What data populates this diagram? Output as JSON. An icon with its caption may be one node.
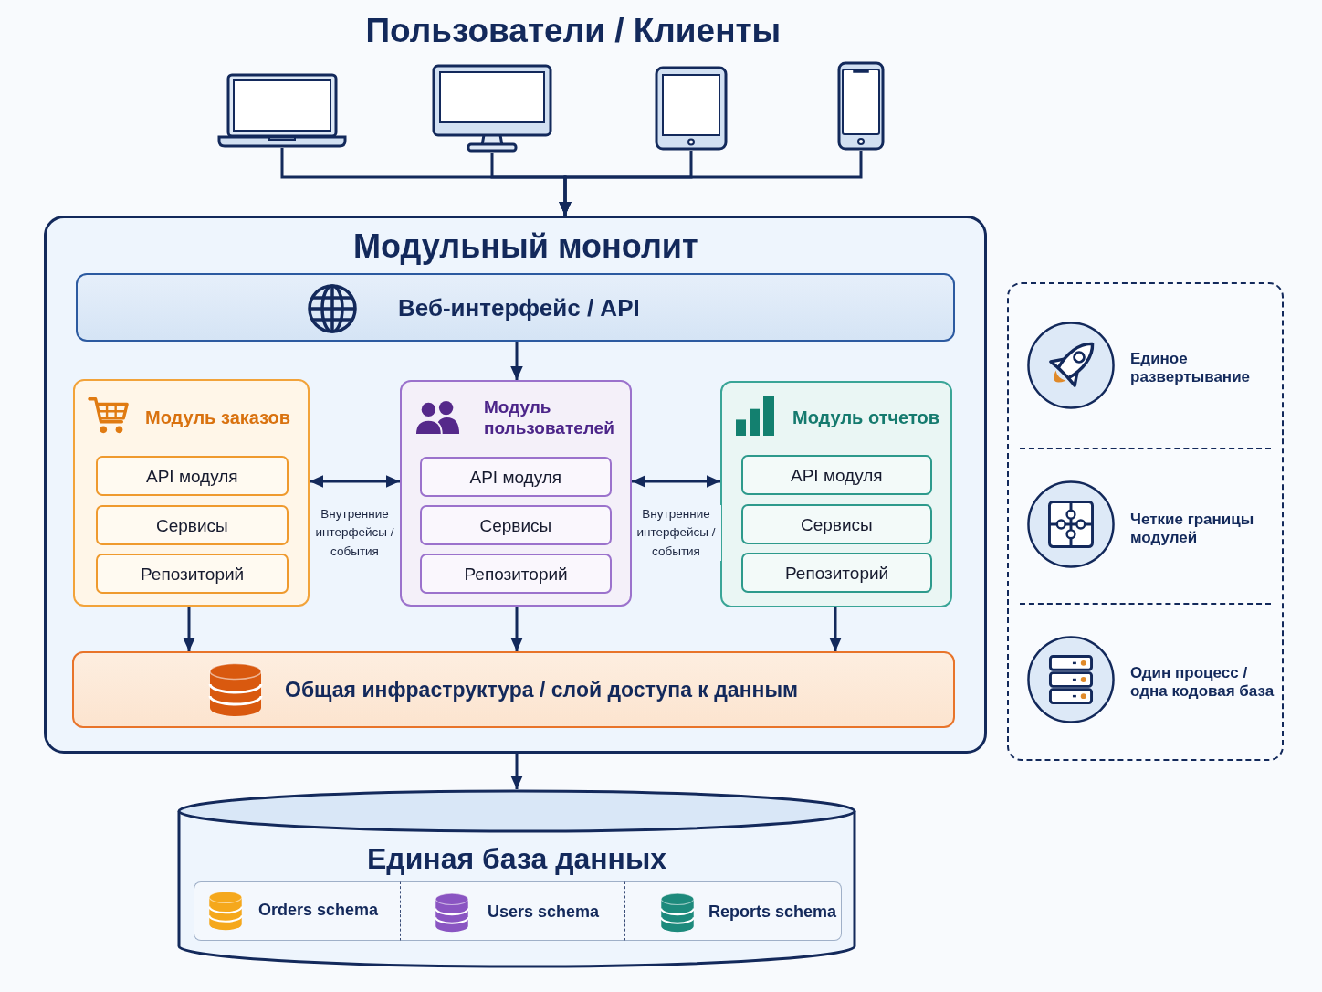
{
  "diagram": {
    "title": "Пользователи / Клиенты",
    "nodes": [
      {
        "text": [],
        "shape": "picture"
      },
      {
        "text": [],
        "shape": "picture"
      },
      {
        "text": [],
        "shape": "picture"
      },
      {
        "text": [],
        "shape": "picture"
      },
      {
        "text": [
          "Модульный монолит"
        ]
      },
      {
        "text": [
          "Веб-интерфейс / API"
        ],
        "in": 4
      },
      {
        "text": [
          "Модуль заказов"
        ],
        "in": 4
      },
      {
        "text": [
          "API модуля"
        ],
        "in": 6
      },
      {
        "text": [
          "Сервисы"
        ],
        "in": 6
      },
      {
        "text": [
          "Репозиторий"
        ],
        "in": 6
      },
      {
        "text": [
          "Модуль пользователей"
        ],
        "in": 4
      },
      {
        "text": [
          "API модуля"
        ],
        "in": 10
      },
      {
        "text": [
          "Сервисы"
        ],
        "in": 10
      },
      {
        "text": [
          "Репозиторий"
        ],
        "in": 10
      },
      {
        "text": [
          "Модуль отчетов"
        ],
        "in": 4
      },
      {
        "text": [
          "API модуля"
        ],
        "in": 14
      },
      {
        "text": [
          "Сервисы"
        ],
        "in": 14
      },
      {
        "text": [
          "Репозиторий"
        ],
        "in": 14
      },
      {
        "text": [
          "Общая инфраструктура / слой доступа к данным"
        ],
        "in": 4
      },
      {
        "text": [
          "Единая база данных"
        ]
      },
      {
        "text": [
          "Orders schema"
        ],
        "in": 19
      },
      {
        "text": [
          "Users schema"
        ],
        "in": 19
      },
      {
        "text": [
          "Reports schema"
        ],
        "in": 19
      },
      {
        "text": [
          "Единое развертывание",
          "Четкие границы модулей",
          "Один процесс / одна кодовая база"
        ]
      }
    ],
    "edges": [
      {
        "from": 0,
        "to": 4,
        "arrow": "to"
      },
      {
        "from": 1,
        "to": 4,
        "arrow": "to"
      },
      {
        "from": 2,
        "to": 4,
        "arrow": "to"
      },
      {
        "from": 3,
        "to": 4,
        "arrow": "to"
      },
      {
        "from": 5,
        "to": 10,
        "arrow": "to"
      },
      {
        "from": 6,
        "to": 10,
        "arrow": "both",
        "label": "Внутренние интерфейсы / события"
      },
      {
        "from": 10,
        "to": 14,
        "arrow": "both",
        "label": "Внутренние интерфейсы / события"
      },
      {
        "from": 6,
        "to": 18,
        "arrow": "to"
      },
      {
        "from": 10,
        "to": 18,
        "arrow": "to"
      },
      {
        "from": 14,
        "to": 18,
        "arrow": "to"
      },
      {
        "from": 4,
        "to": 19,
        "arrow": "to"
      }
    ]
  }
}
